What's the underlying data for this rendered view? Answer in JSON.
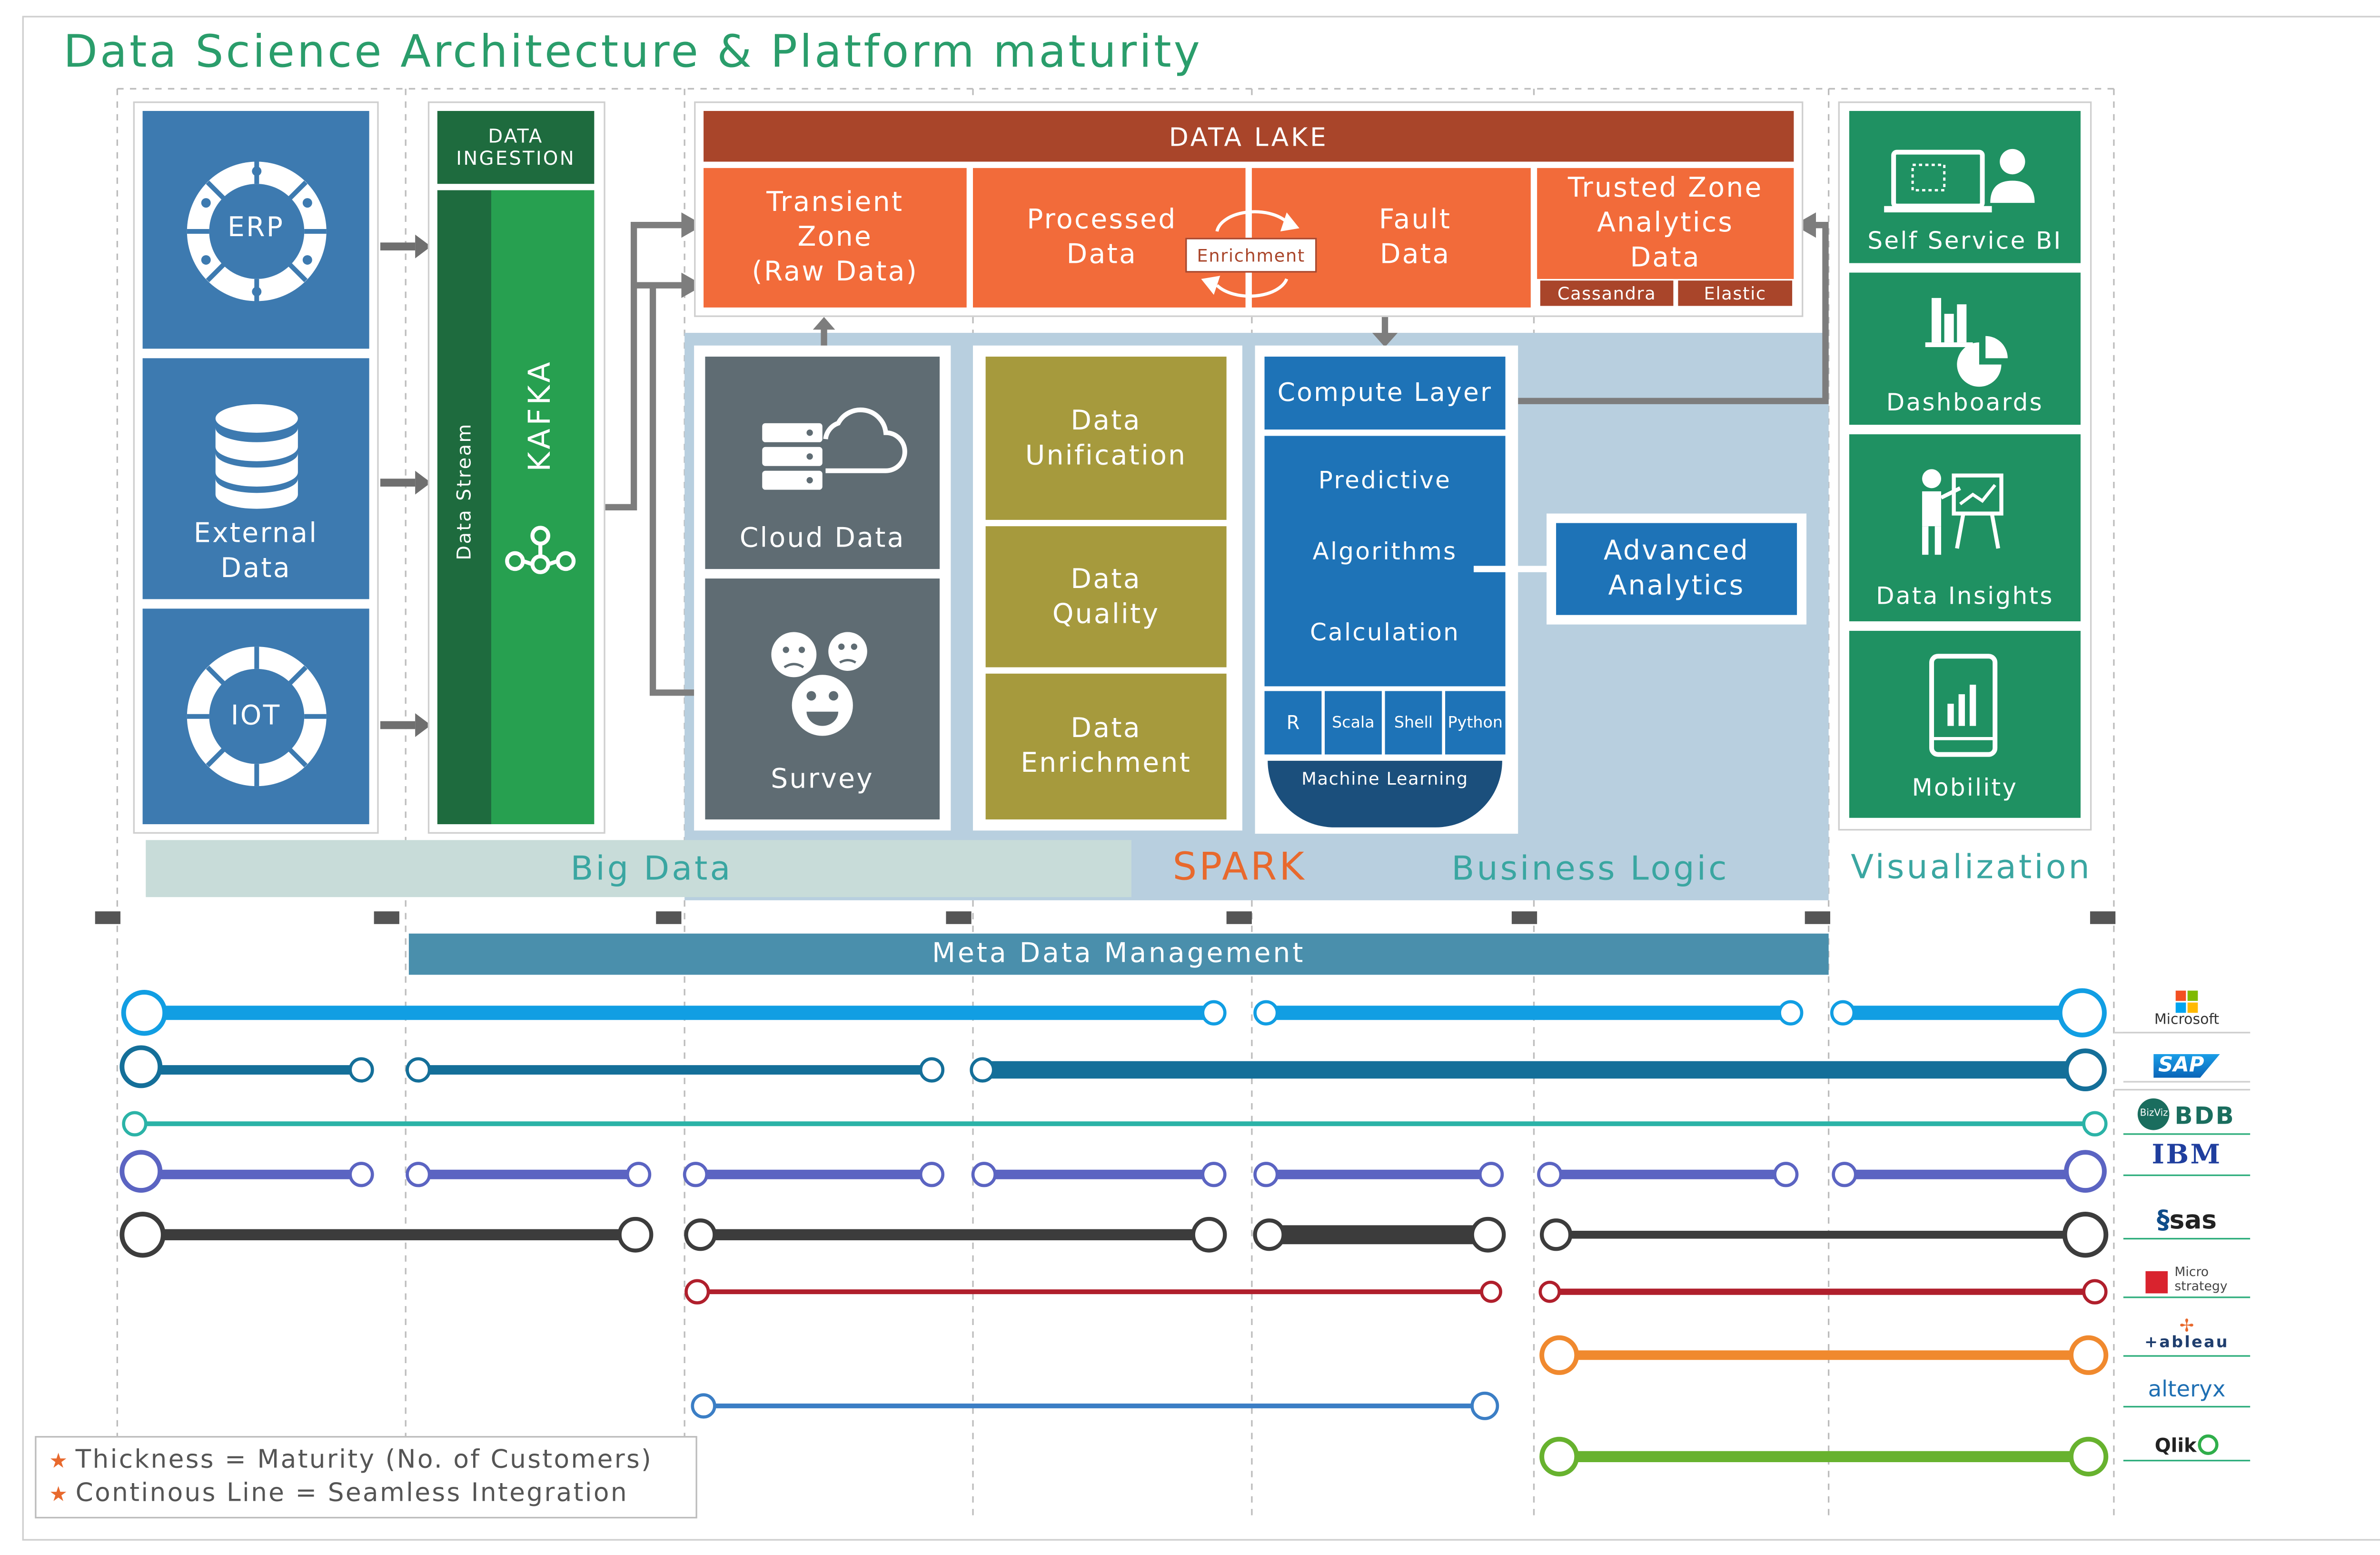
{
  "title": "Data Science Architecture & Platform maturity",
  "sources": {
    "erp": "ERP",
    "external_data": "External\nData",
    "iot": "IOT"
  },
  "ingestion": {
    "header": "DATA\nINGESTION",
    "stream": "Data Stream",
    "kafka": "KAFKA"
  },
  "data_lake": {
    "header": "DATA LAKE",
    "transient": "Transient\nZone\n(Raw Data)",
    "processed": "Processed\nData",
    "enrichment": "Enrichment",
    "fault": "Fault\nData",
    "trusted": "Trusted Zone\nAnalytics\nData",
    "cassandra": "Cassandra",
    "elastic": "Elastic"
  },
  "big_data": {
    "cloud": "Cloud Data",
    "survey": "Survey",
    "unification": "Data\nUnification",
    "quality": "Data\nQuality",
    "enrichment": "Data\nEnrichment"
  },
  "compute": {
    "header": "Compute Layer",
    "predictive": "Predictive",
    "algorithms": "Algorithms",
    "calculation": "Calculation",
    "langs": [
      "R",
      "Scala",
      "Shell",
      "Python"
    ],
    "ml": "Machine Learning",
    "advanced": "Advanced\nAnalytics"
  },
  "visualization": {
    "self_service": "Self Service BI",
    "dashboards": "Dashboards",
    "insights": "Data Insights",
    "mobility": "Mobility"
  },
  "bands": {
    "big_data": "Big Data",
    "spark": "SPARK",
    "business_logic": "Business Logic",
    "visualization": "Visualization"
  },
  "meta": "Meta Data Management",
  "vendors": {
    "microsoft": "Microsoft",
    "sap": "SAP",
    "bizviz_logo": "BizViz",
    "bdb": "BDB",
    "ibm": "IBM",
    "sas": "sas",
    "micro": "Micro",
    "strategy": "strategy",
    "tableau": "+ableau",
    "alteryx": "alteryx",
    "qlik": "Qlik"
  },
  "vendor_colors": {
    "microsoft": "#119ee3",
    "sap": "#146f99",
    "bdb": "#2bb3a7",
    "ibm": "#5b64c2",
    "sas": "#3c3c3c",
    "microstrategy": "#b01f2c",
    "tableau": "#f0892e",
    "alteryx": "#3b7ec5",
    "qlik": "#67b22e"
  },
  "legend": {
    "line1": "Thickness = Maturity (No. of Customers)",
    "line2": "Continous Line = Seamless Integration"
  }
}
